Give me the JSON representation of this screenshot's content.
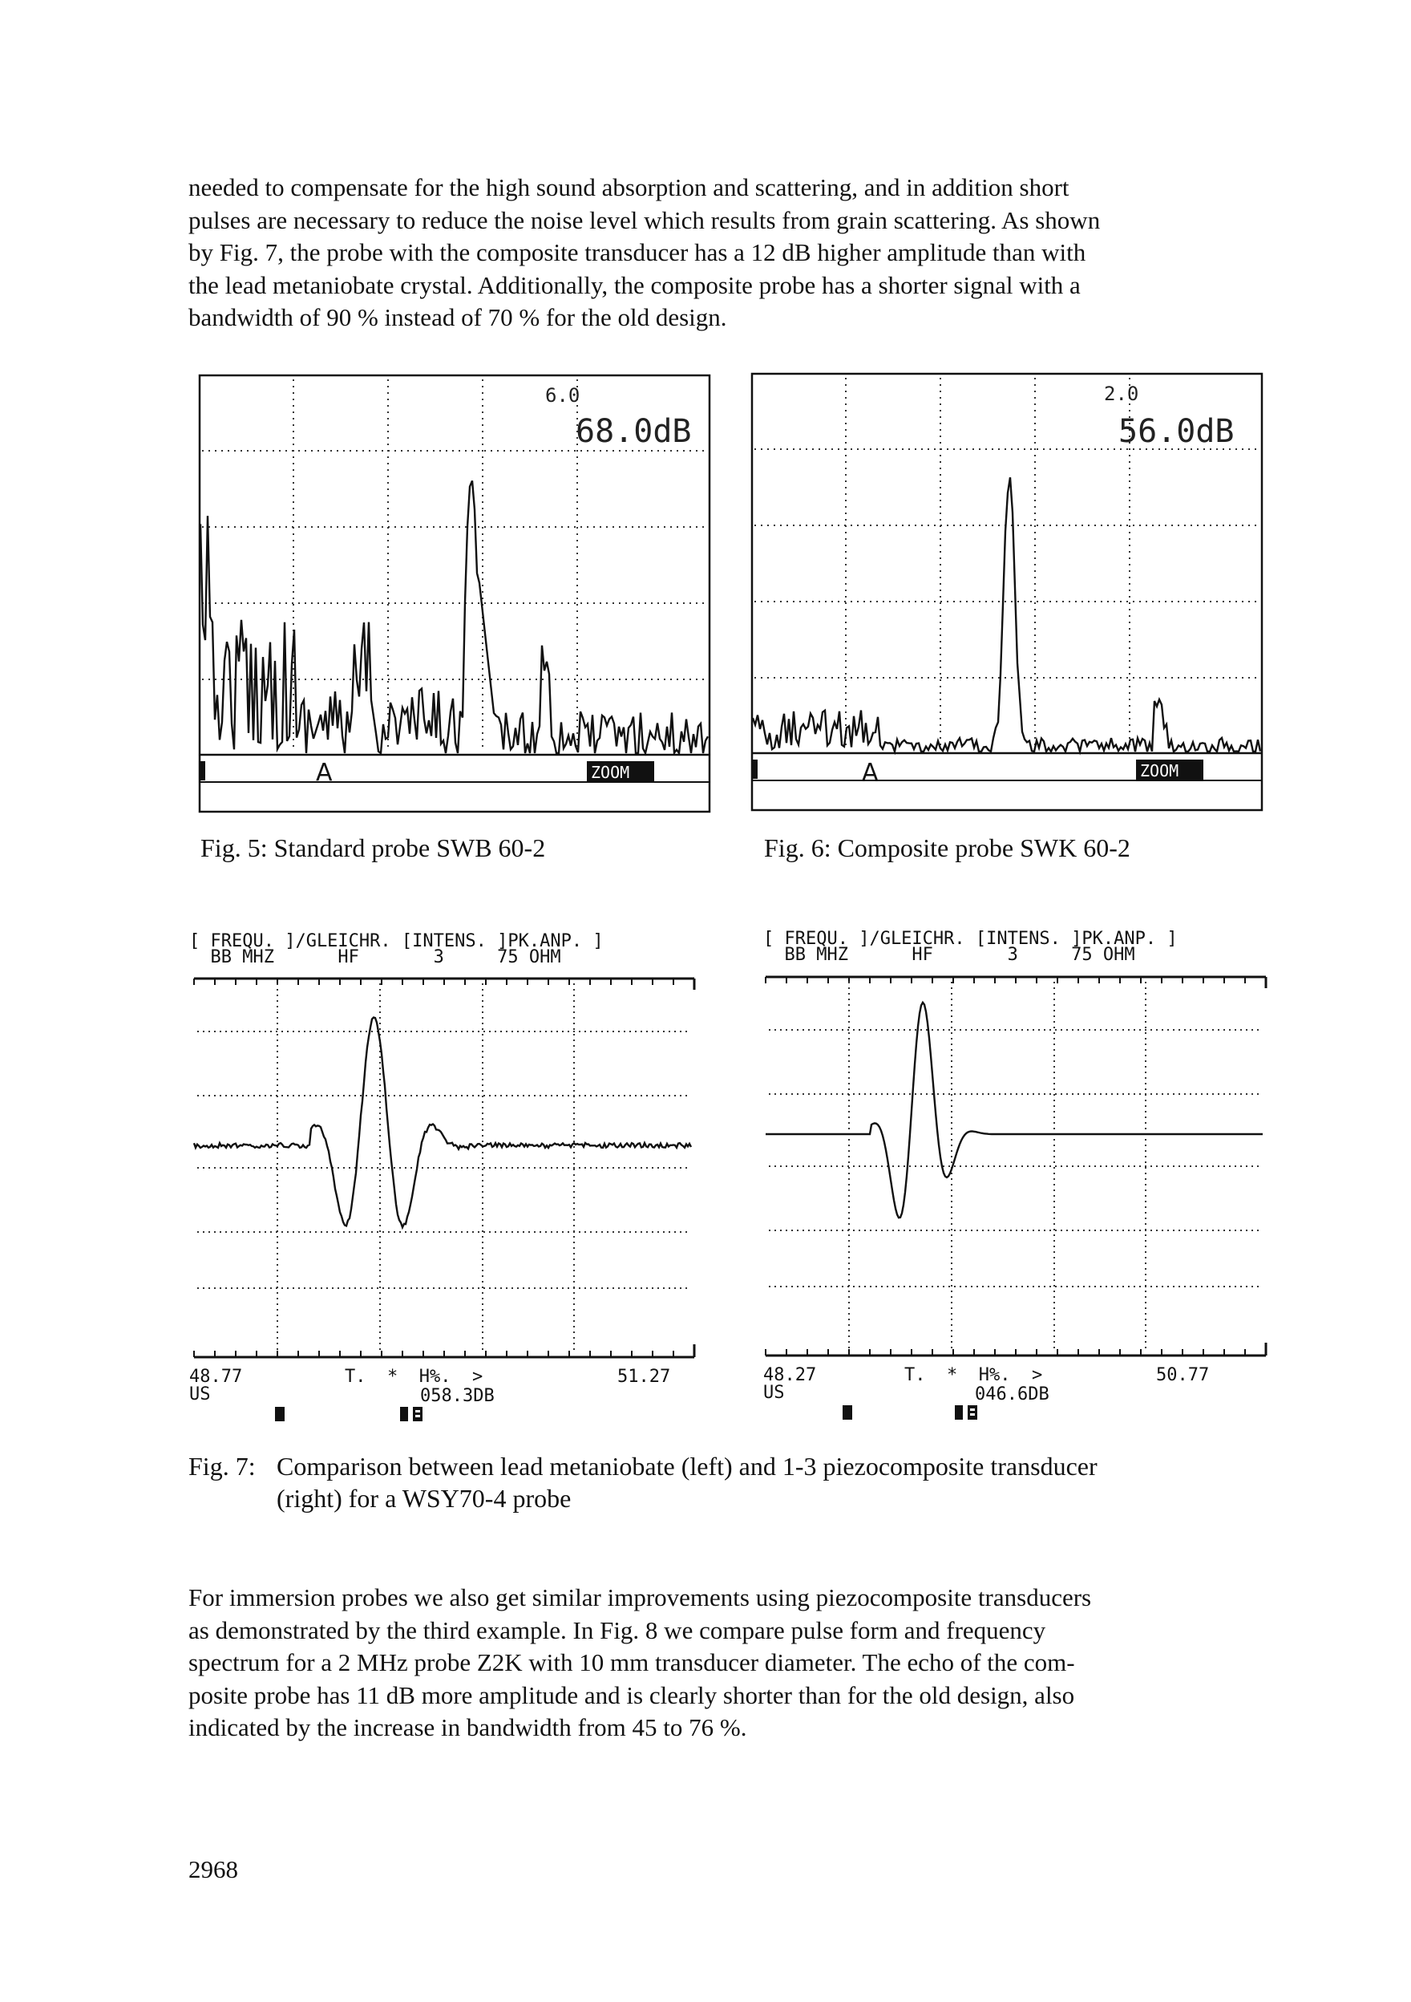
{
  "paragraph_top": [
    "needed to compensate for the high sound absorption and scattering, and in addition short",
    "pulses are necessary to reduce the noise level which results from grain scattering. As shown",
    "by Fig. 7, the probe with the composite transducer has a 12 dB higher amplitude than with",
    "the lead metaniobate crystal. Additionally, the composite probe has a shorter signal with a",
    "bandwidth of 90 % instead of 70 % for the old design."
  ],
  "fig5": {
    "caption": "Fig. 5: Standard probe SWB 60-2",
    "scale_label": "6.0",
    "readout": "68.0dB",
    "cursor_label": "A",
    "zoom_label": "ZOOM"
  },
  "fig6": {
    "caption": "Fig. 6: Composite probe SWK 60-2",
    "scale_label": "2.0",
    "readout": "56.0dB",
    "cursor_label": "A",
    "zoom_label": "ZOOM"
  },
  "fig7": {
    "label": "Fig. 7:",
    "caption_line1": "Comparison between lead metaniobate (left) and 1-3 piezocomposite transducer",
    "caption_line2": "(right) for a WSY70-4 probe",
    "left": {
      "header_line1": "[ FREQU. ]/GLEICHR. [INTENS. ]PK.ANP. ]",
      "header_line2": "  BB MHZ      HF       3     75 OHM",
      "start": "48.77",
      "start_unit": "US",
      "end": "51.27",
      "markers": "T.  *  H%.  >",
      "gain": "058.3DB"
    },
    "right": {
      "header_line1": "[ FREQU. ]/GLEICHR. [INTENS. ]PK.ANP. ]",
      "header_line2": "  BB MHZ      HF       3     75 OHM",
      "start": "48.27",
      "start_unit": "US",
      "end": "50.77",
      "markers": "T.  *  H%.  >",
      "gain": "046.6DB"
    }
  },
  "paragraph_bottom": [
    "For immersion probes we also get similar improvements using piezocomposite transducers",
    "as demonstrated by the third example. In Fig. 8 we compare pulse form and frequency",
    "spectrum for a 2 MHz probe Z2K with 10 mm transducer diameter. The echo of the com-",
    "posite probe has 11 dB more amplitude and is clearly shorter than for the old design, also",
    "indicated by the increase in bandwidth from 45 to 76 %."
  ],
  "page_number": "2968"
}
